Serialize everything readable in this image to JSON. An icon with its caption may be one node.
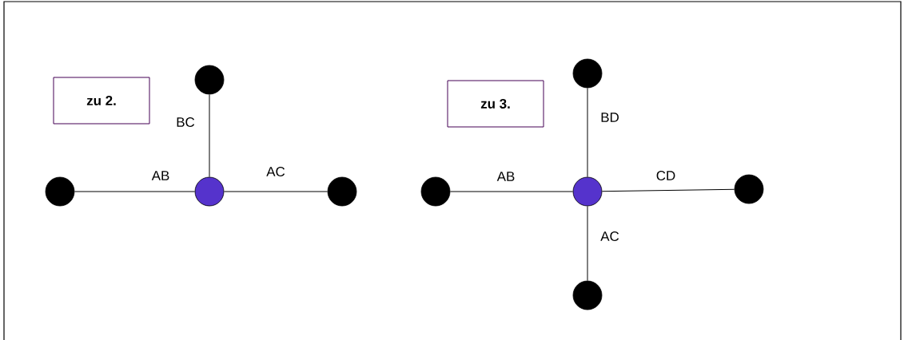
{
  "diagram": {
    "nodes": [
      {
        "text": [
          "zu 2."
        ]
      },
      {
        "text": [],
        "shape": "circle"
      },
      {
        "text": [],
        "shape": "circle"
      },
      {
        "text": [],
        "shape": "circle"
      },
      {
        "text": [],
        "shape": "circle"
      },
      {
        "text": [
          "zu 3."
        ]
      },
      {
        "text": [],
        "shape": "circle"
      },
      {
        "text": [],
        "shape": "circle"
      },
      {
        "text": [],
        "shape": "circle"
      },
      {
        "text": [],
        "shape": "circle"
      },
      {
        "text": [],
        "shape": "circle"
      }
    ],
    "edges": [
      {
        "from": 1,
        "to": 3,
        "arrow": "none",
        "label": "BC"
      },
      {
        "from": 2,
        "to": 3,
        "arrow": "none",
        "label": "AB"
      },
      {
        "from": 3,
        "to": 4,
        "arrow": "none",
        "label": "AC"
      },
      {
        "from": 6,
        "to": 8,
        "arrow": "none",
        "label": "BD"
      },
      {
        "from": 7,
        "to": 8,
        "arrow": "none",
        "label": "AB"
      },
      {
        "from": 8,
        "to": 9,
        "arrow": "none",
        "label": "CD"
      },
      {
        "from": 8,
        "to": 10,
        "arrow": "none",
        "label": "AC"
      }
    ]
  }
}
